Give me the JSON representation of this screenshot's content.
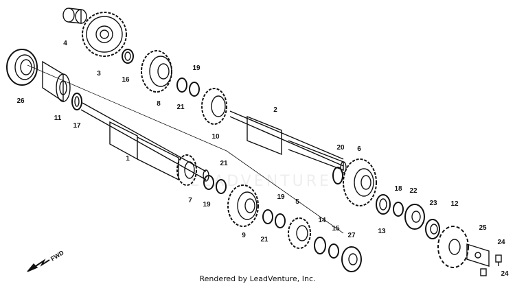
{
  "footer": {
    "credit": "Rendered by LeadVenture, Inc."
  },
  "watermark": {
    "text": "LEADVENTURE"
  },
  "fwd": {
    "label": "FWD"
  },
  "colors": {
    "line": "#111111",
    "background": "#ffffff",
    "watermark": "#eeeeee"
  },
  "part_numbers": {
    "p1": "1",
    "p2": "2",
    "p3": "3",
    "p4": "4",
    "p5": "5",
    "p6": "6",
    "p7": "7",
    "p8": "8",
    "p9": "9",
    "p10": "10",
    "p11": "11",
    "p12": "12",
    "p13": "13",
    "p14": "14",
    "p15": "15",
    "p16": "16",
    "p17": "17",
    "p18": "18",
    "p19a": "19",
    "p19b": "19",
    "p19c": "19",
    "p20": "20",
    "p21a": "21",
    "p21b": "21",
    "p21c": "21",
    "p22": "22",
    "p23": "23",
    "p24a": "24",
    "p24b": "24",
    "p25": "25",
    "p26": "26",
    "p27": "27"
  }
}
